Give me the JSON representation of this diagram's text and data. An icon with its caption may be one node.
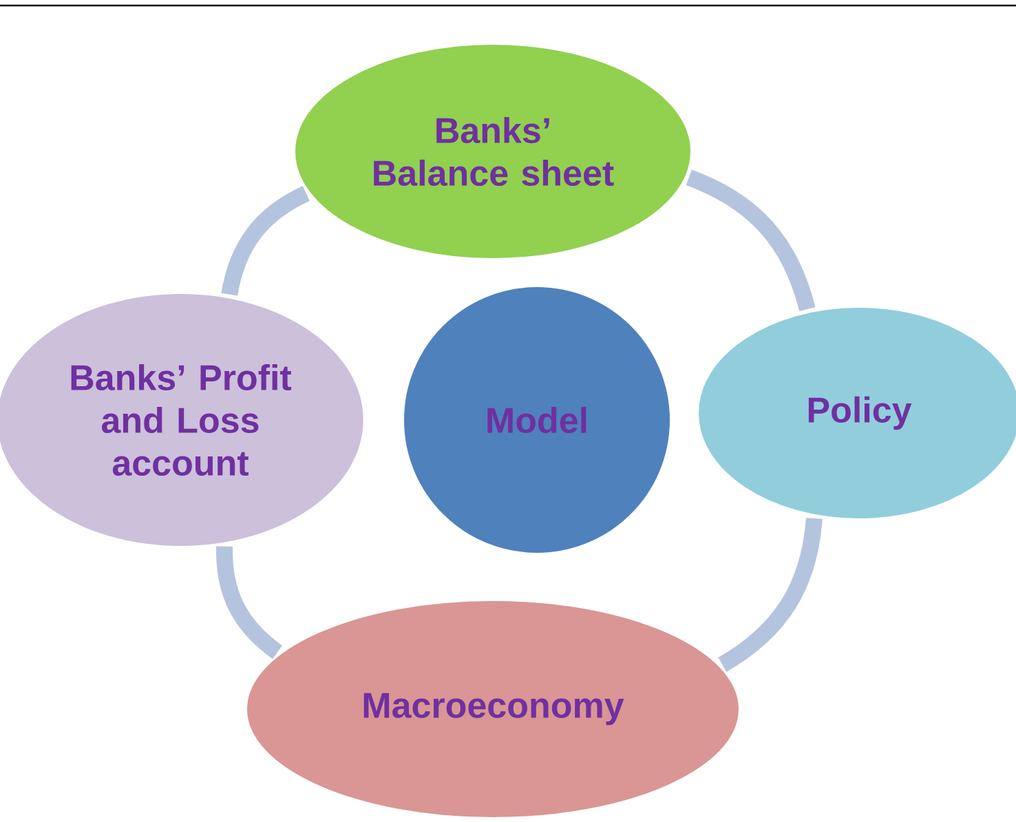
{
  "diagram": {
    "nodes": [
      {
        "text": [
          "Banks’ Balance sheet"
        ]
      },
      {
        "text": [
          "Banks’ Profit and Loss account"
        ]
      },
      {
        "text": [
          "Model"
        ]
      },
      {
        "text": [
          "Policy"
        ]
      },
      {
        "text": [
          "Macroeconomy"
        ]
      }
    ],
    "edges": [
      {
        "from": 0,
        "to": 3,
        "arrow": "none"
      },
      {
        "from": 3,
        "to": 4,
        "arrow": "none"
      },
      {
        "from": 4,
        "to": 1,
        "arrow": "none"
      },
      {
        "from": 1,
        "to": 0,
        "arrow": "none"
      }
    ]
  }
}
